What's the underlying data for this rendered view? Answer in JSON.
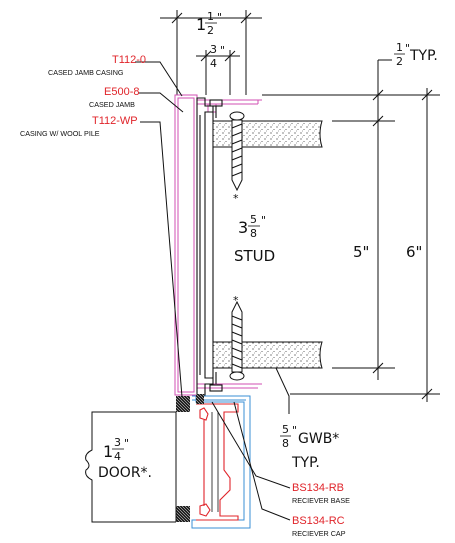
{
  "callouts_left": [
    {
      "code": "T112-0",
      "desc": "CASED JAMB CASING"
    },
    {
      "code": "E500-8",
      "desc": "CASED JAMB"
    },
    {
      "code": "T112-WP",
      "desc": "CASING W/ WOOL PILE"
    }
  ],
  "callouts_right": [
    {
      "code": "BS134-RB",
      "desc": "RECIEVER BASE"
    },
    {
      "code": "BS134-RC",
      "desc": "RECIEVER CAP"
    }
  ],
  "dimensions": {
    "top_width": {
      "whole": "1",
      "num": "1",
      "den": "2",
      "unit": "\""
    },
    "top_inner": {
      "num": "3",
      "den": "4",
      "unit": "\""
    },
    "typ_top": {
      "num": "1",
      "den": "2",
      "unit": "\"",
      "suffix": "TYP."
    },
    "stud": {
      "whole": "3",
      "num": "5",
      "den": "8",
      "unit": "\"",
      "label": "STUD"
    },
    "five": "5\"",
    "six": "6\"",
    "gwb": {
      "num": "5",
      "den": "8",
      "unit": "\"",
      "suffix": "GWB*",
      "typ": "TYP."
    },
    "door": {
      "whole": "1",
      "num": "3",
      "den": "4",
      "unit": "\"",
      "label": "DOOR*."
    }
  },
  "markers": {
    "asterisk": "*"
  },
  "colors": {
    "red": "#e0242a",
    "magenta": "#d24fb3",
    "blue": "#3a8fd6",
    "line": "#111111"
  }
}
